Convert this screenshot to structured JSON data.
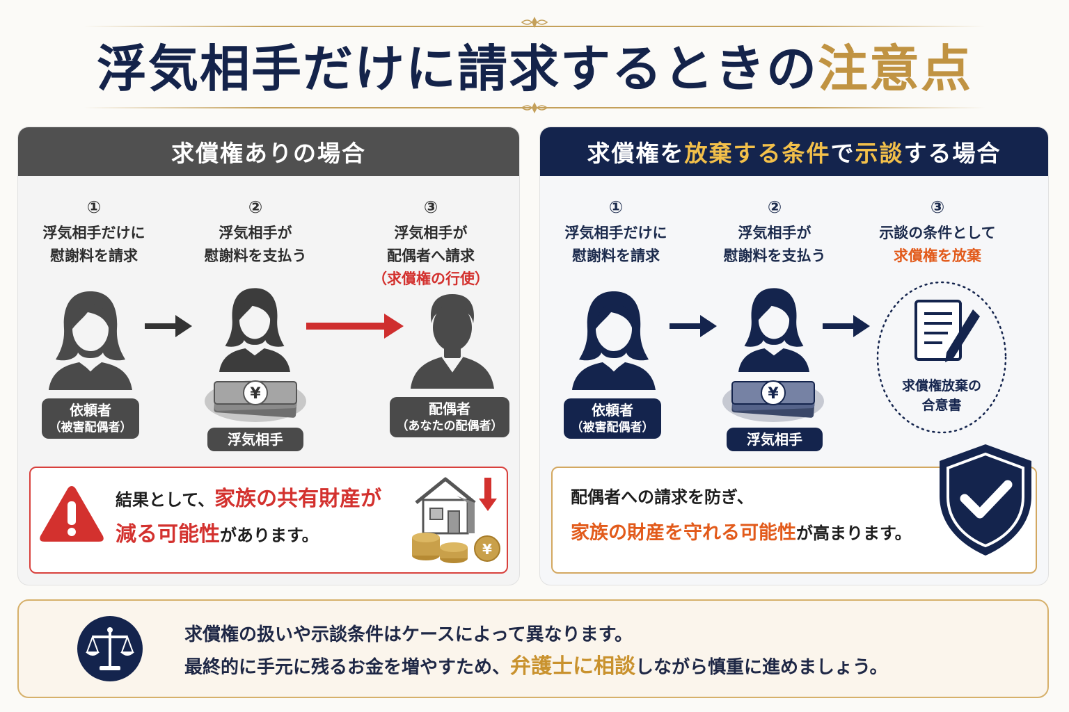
{
  "title": {
    "main": "浮気相手だけに請求するときの",
    "highlight": "注意点"
  },
  "left_panel": {
    "header": "求償権ありの場合",
    "steps": [
      {
        "num": "①",
        "line1": "浮気相手だけに",
        "line2": "慰謝料を請求",
        "line3": ""
      },
      {
        "num": "②",
        "line1": "浮気相手が",
        "line2": "慰謝料を支払う",
        "line3": ""
      },
      {
        "num": "③",
        "line1": "浮気相手が",
        "line2": "配偶者へ請求",
        "line3": "（求償権の行使）"
      }
    ],
    "labels": [
      {
        "name": "依頼者",
        "sub": "（被害配偶者）"
      },
      {
        "name": "浮気相手",
        "sub": ""
      },
      {
        "name": "配偶者",
        "sub": "（あなたの配偶者）"
      }
    ],
    "result": {
      "pre": "結果として、",
      "red1": "家族の共有財産が",
      "red2": "減る可能性",
      "post": "があります。"
    }
  },
  "right_panel": {
    "header_parts": [
      "求償権を",
      "放棄する条件",
      "で",
      "示談",
      "する場合"
    ],
    "steps": [
      {
        "num": "①",
        "line1": "浮気相手だけに",
        "line2": "慰謝料を請求"
      },
      {
        "num": "②",
        "line1": "浮気相手が",
        "line2": "慰謝料を支払う"
      },
      {
        "num": "③",
        "line1": "示談の条件として",
        "line2": "求償権を放棄"
      }
    ],
    "labels": [
      {
        "name": "依頼者",
        "sub": "（被害配偶者）"
      },
      {
        "name": "浮気相手",
        "sub": ""
      }
    ],
    "document_caption": {
      "line1": "求償権放棄の",
      "line2": "合意書"
    },
    "result": {
      "line1": "配偶者への請求を防ぎ、",
      "orange": "家族の財産を守れる可能性",
      "post": "が高まります。"
    }
  },
  "yen_symbol": "¥",
  "note": {
    "line1": "求償権の扱いや示談条件はケースによって異なります。",
    "line2_pre": "最終的に手元に残るお金を増やすため、",
    "line2_gold": "弁護士に相談",
    "line2_post": "しながら慎重に進めましょう。"
  },
  "colors": {
    "navy": "#14244d",
    "gold": "#c09342",
    "red": "#d3312e",
    "orange": "#e25a1a",
    "gray": "#505050"
  },
  "icons": [
    "person-icon",
    "money-stack-icon",
    "document-pen-icon",
    "shield-check-icon",
    "warning-icon",
    "house-icon",
    "coins-icon",
    "scales-icon"
  ]
}
